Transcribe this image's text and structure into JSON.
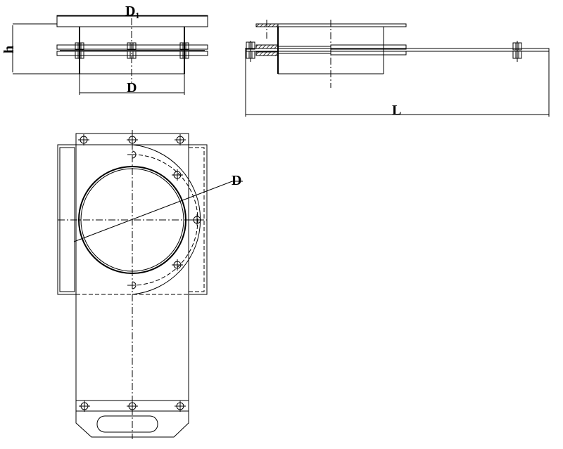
{
  "drawing": {
    "front_view": {
      "label_d1": "D₁",
      "label_d": "D",
      "label_h": "h"
    },
    "side_view": {
      "label_l": "L"
    },
    "plan_view": {
      "label_d": "D"
    }
  },
  "colors": {
    "line": "#000000",
    "background": "#ffffff"
  }
}
